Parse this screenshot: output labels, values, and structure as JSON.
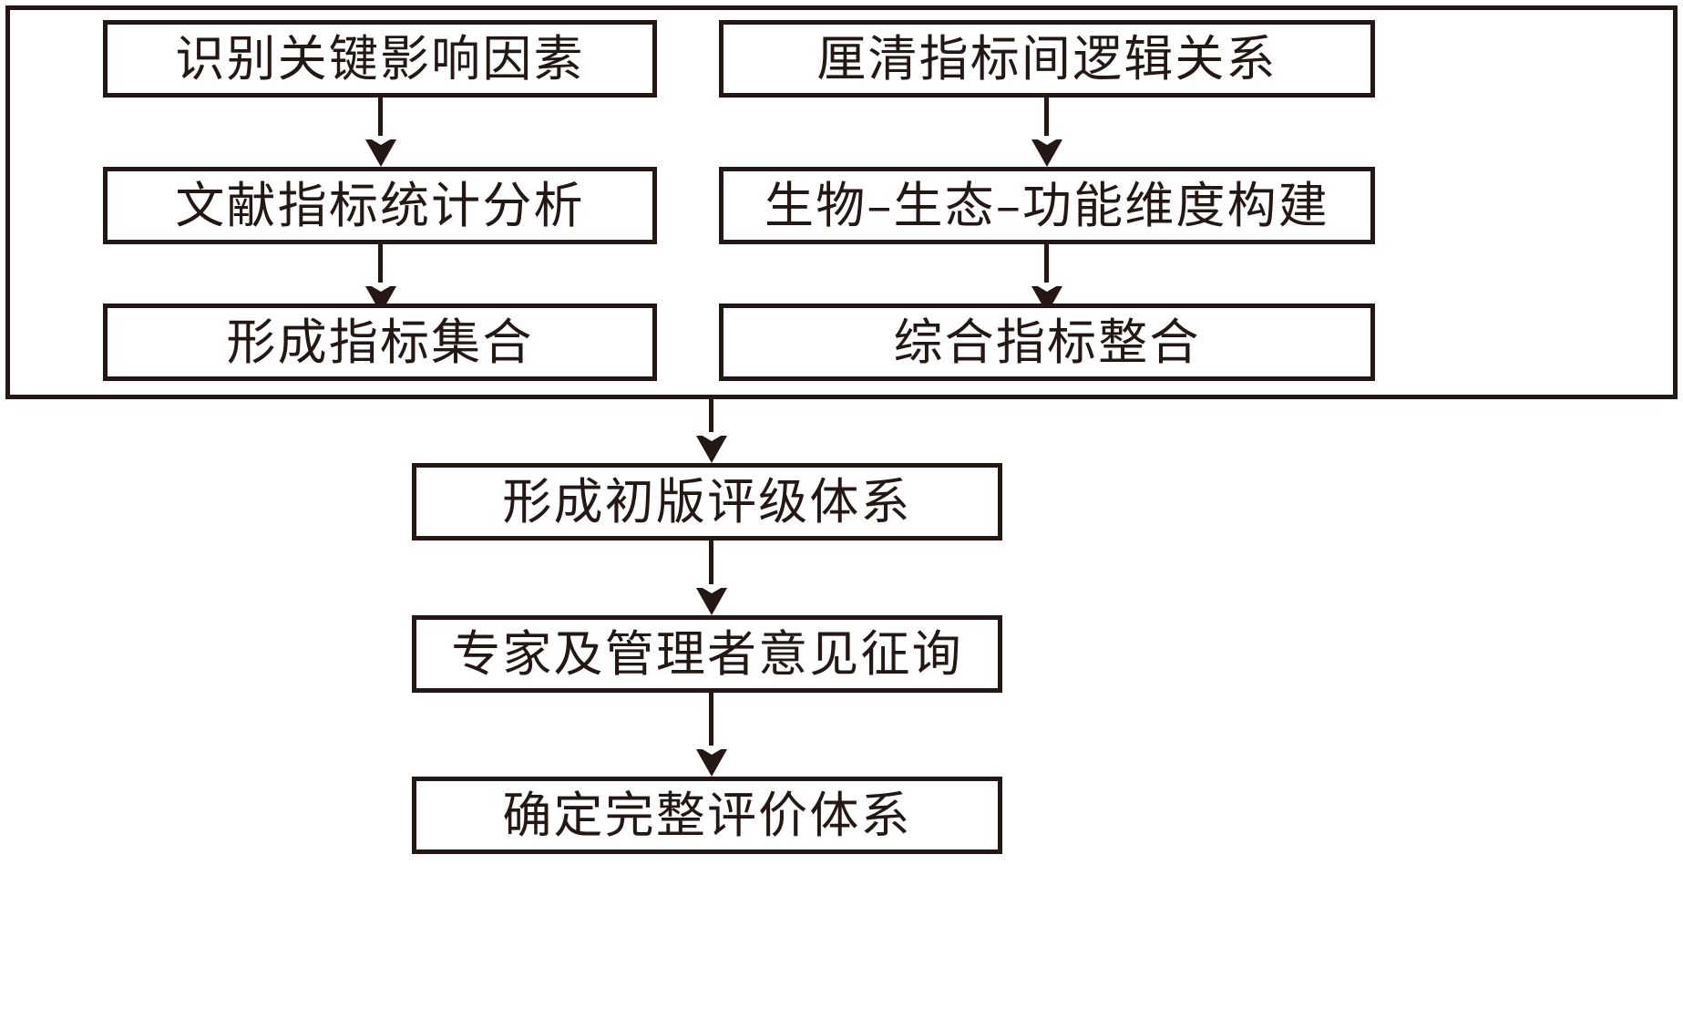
{
  "diagram": {
    "type": "flowchart",
    "title": "",
    "orientation": "top-to-bottom",
    "colors": {
      "stroke": "#231815",
      "background": "#ffffff",
      "text": "#231815"
    },
    "group": {
      "label": "",
      "note": "outer frame enclosing the two parallel index-construction branches"
    },
    "branches": {
      "left": {
        "name": "indicator-screening-branch",
        "nodes": [
          {
            "id": "L1",
            "label": "识别关键影响因素"
          },
          {
            "id": "L2",
            "label": "文献指标统计分析"
          },
          {
            "id": "L3",
            "label": "形成指标集合"
          }
        ]
      },
      "right": {
        "name": "indicator-structuring-branch",
        "nodes": [
          {
            "id": "R1",
            "label": "厘清指标间逻辑关系"
          },
          {
            "id": "R2",
            "label": "生物–生态–功能维度构建"
          },
          {
            "id": "R3",
            "label": "综合指标整合"
          }
        ]
      }
    },
    "trunk": {
      "name": "evaluation-system-trunk",
      "nodes": [
        {
          "id": "B1",
          "label": "形成初版评级体系"
        },
        {
          "id": "B2",
          "label": "专家及管理者意见征询"
        },
        {
          "id": "B3",
          "label": "确定完整评价体系"
        }
      ]
    },
    "edges": [
      {
        "from": "L1",
        "to": "L2",
        "marker": "arrow-down"
      },
      {
        "from": "L2",
        "to": "L3",
        "marker": "arrow-down"
      },
      {
        "from": "R1",
        "to": "R2",
        "marker": "arrow-down"
      },
      {
        "from": "R2",
        "to": "R3",
        "marker": "arrow-down"
      },
      {
        "from": "group",
        "to": "B1",
        "marker": "arrow-down"
      },
      {
        "from": "B1",
        "to": "B2",
        "marker": "arrow-down"
      },
      {
        "from": "B2",
        "to": "B3",
        "marker": "arrow-down"
      }
    ]
  }
}
